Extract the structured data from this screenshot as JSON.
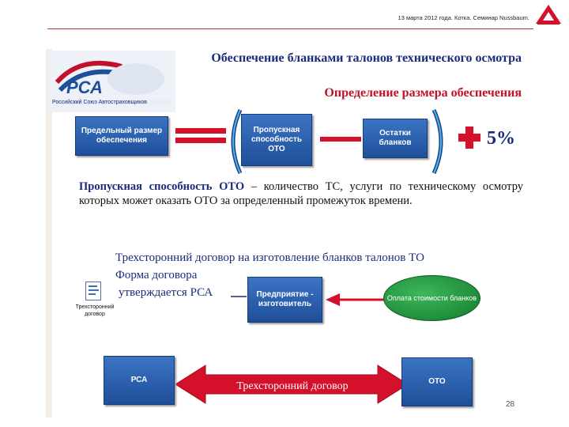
{
  "header": {
    "text": "13 марта 2012 года. Котка. Семинар Nussbaum."
  },
  "logo": {
    "caption": "Российский Союз Автостраховщиков",
    "mark": "РСА"
  },
  "slide": {
    "title_line1": "Обеспечение бланками талонов технического осмотра",
    "title_line2": "Определение размера обеспечения",
    "formula": {
      "box1": "Предельный размер обеспечения",
      "box2": "Пропускная способность ОТО",
      "box3": "Остатки бланков",
      "percent": "5%"
    },
    "definition_term": "Пропускная способность ОТО",
    "definition_text": " – количество ТС, услуги по техническому осмотру которых может оказать ОТО за определенный промежуток времени.",
    "contract_title": "Трехсторонний договор на изготовление бланков талонов ТО",
    "contract_form": "Форма договора",
    "contract_approved": "утверждается РСА",
    "doc_label": "Трехсторонний договор",
    "producer_box": "Предприятие - изготовитель",
    "payment_ellipse": "Оплата стоимости бланков",
    "rsa_box": "РСА",
    "oto_box": "ОТО",
    "arrow_label": "Трехсторонний договор",
    "page_number": "28"
  },
  "colors": {
    "title_blue": "#1b2b7a",
    "accent_red": "#d4102a",
    "box_blue": "#2a5fb0",
    "ellipse_green": "#1e8f3c"
  }
}
